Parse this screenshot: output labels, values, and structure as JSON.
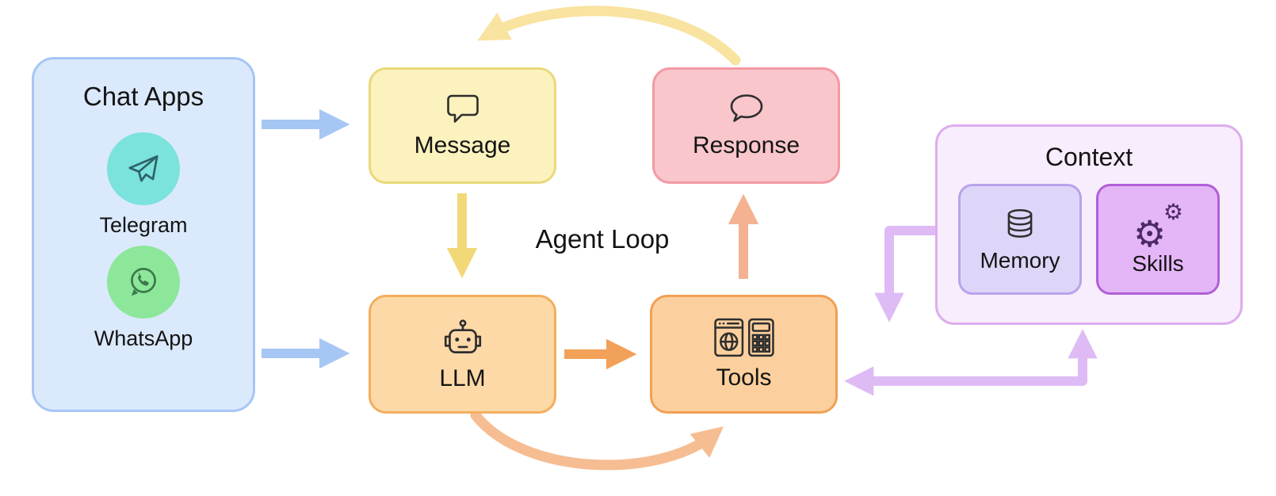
{
  "title": "Agent Loop",
  "chat_apps": {
    "title": "Chat Apps",
    "items": [
      {
        "label": "Telegram",
        "icon": "telegram-icon"
      },
      {
        "label": "WhatsApp",
        "icon": "whatsapp-icon"
      }
    ]
  },
  "nodes": {
    "message": {
      "label": "Message",
      "icon": "speech-bubble-square-icon"
    },
    "response": {
      "label": "Response",
      "icon": "speech-bubble-round-icon"
    },
    "llm": {
      "label": "LLM",
      "icon": "robot-icon"
    },
    "tools": {
      "label": "Tools",
      "icon": "browser-calculator-icon"
    }
  },
  "context": {
    "title": "Context",
    "items": [
      {
        "label": "Memory",
        "icon": "database-icon"
      },
      {
        "label": "Skills",
        "icon": "gears-icon"
      }
    ]
  },
  "icons": {
    "gear": "⚙"
  },
  "colors": {
    "chat_apps_fill": "#dbe9fc",
    "message_fill": "#fcf2be",
    "response_fill": "#f9c6cc",
    "llm_fill": "#fcd9a7",
    "tools_fill": "#fcd09e",
    "context_fill": "#f8edfc",
    "memory_fill": "#ded6f8",
    "skills_fill": "#e4b6f7",
    "telegram_circle": "#7be2dc",
    "whatsapp_circle": "#8ce79a",
    "arrow_blue": "#a6c6f4",
    "arrow_yellow": "#f2d978",
    "arrow_yellow_light": "#f9e3a0",
    "arrow_orange": "#f2a158",
    "arrow_salmon": "#f4b291",
    "arrow_peach": "#f6bd93",
    "arrow_purple": "#debbf5"
  }
}
